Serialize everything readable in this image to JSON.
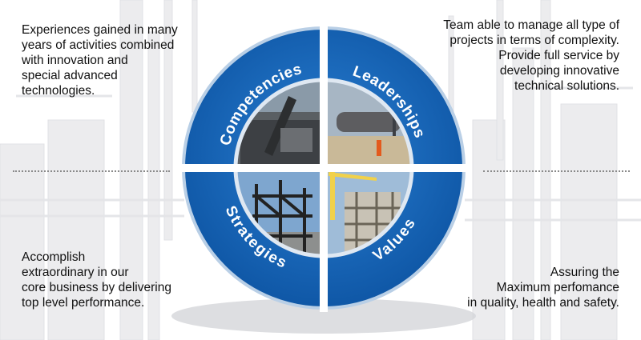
{
  "texts": {
    "top_left": [
      "Experiences gained in many",
      "years of activities combined",
      "with innovation and",
      "special advanced",
      "technologies."
    ],
    "top_right": [
      "Team able to manage all type of",
      "projects in terms of complexity.",
      "Provide full service by",
      "developing innovative",
      "technical solutions."
    ],
    "bottom_left": [
      "Accomplish",
      "extraordinary in our",
      "core business by delivering",
      "top level performance."
    ],
    "bottom_right": [
      "Assuring the",
      "Maximum perfomance",
      "in quality, health and safety."
    ]
  },
  "segments": {
    "competencies": "Competencies",
    "leaderships": "Leaderships",
    "strategies": "Strategies",
    "values": "Values"
  },
  "colors": {
    "ring_blue": "#1a6fc4",
    "ring_blue_dark": "#0f56a3",
    "ring_outline": "#b9cfe6",
    "background_plant": "#e9eaec"
  }
}
